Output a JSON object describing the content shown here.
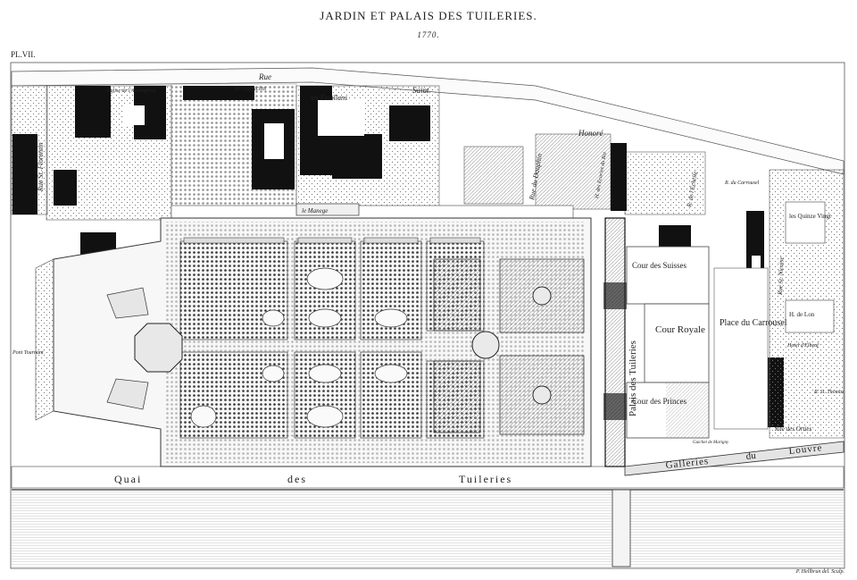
{
  "title": "JARDIN ET PALAIS DES TUILERIES.",
  "year": "1770.",
  "plate": "PL.VII.",
  "credit": "P. Hellbrun del. Sculp.",
  "labels": {
    "rue_saint_honore": [
      "Rue",
      "Saint",
      "Honoré"
    ],
    "rue_st_florentin": "Rue St. Florentin",
    "assomption": "Eglise de l'Assomption",
    "capucins": "les Capucins",
    "feuillans": "les Feuillans",
    "manege": "le Manege",
    "rue_du_dauphin": "Rue du Dauphin",
    "h_du_roi": "H. des Ecuries du Roi",
    "r_echelle": "R. de l'Echelle",
    "pont_tournant": "Pont Tournant",
    "cour_des_suisses": "Cour des Suisses",
    "cour_royale": "Cour Royale",
    "cour_des_princes": "Cour des Princes",
    "palais": "Palais des Tuileries",
    "place_carrousel": "Place du Carrousel",
    "quinze_vingt": "les Quinze Vingt",
    "h_de_lon": "H. de Lon",
    "hotel_elbeuf": "Hotel d'Elbeuf",
    "quai": [
      "Quai",
      "des",
      "Tuileries"
    ],
    "galleries": [
      "Galleries",
      "du",
      "Louvre"
    ],
    "rue_des_orties": "Rue des Orties",
    "rue_st_nicaise": "Rue St. Nicaise",
    "rue_du_carrousel": "R. du Carrousel",
    "rue_st_thomas": "R. St. Thomas",
    "guichet_marigny": "Guichet de Marigny"
  }
}
